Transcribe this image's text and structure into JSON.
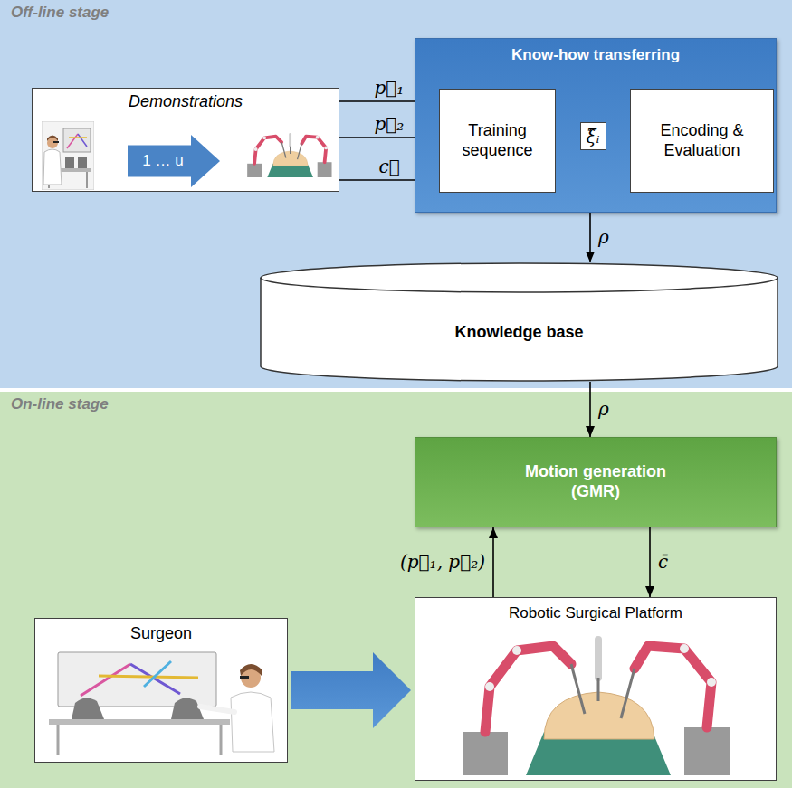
{
  "diagram": {
    "nodes": [
      {
        "text": [
          "Off-line stage"
        ]
      },
      {
        "text": [
          "Demonstrations"
        ],
        "in": 0
      },
      {
        "text": [
          "1 … u"
        ],
        "in": 1
      },
      {
        "text": [
          "Know-how transferring"
        ],
        "in": 0
      },
      {
        "text": [
          "Training sequence"
        ],
        "in": 3
      },
      {
        "text": [
          "Encoding & Evaluation"
        ],
        "in": 3
      },
      {
        "text": [
          "Knowledge base"
        ],
        "in": 0
      },
      {
        "text": [
          "On-line stage"
        ]
      },
      {
        "text": [
          "Motion generation (GMR)"
        ],
        "in": 7
      },
      {
        "text": [
          "Surgeon"
        ],
        "in": 7
      },
      {
        "text": [
          "Robotic Surgical Platform"
        ],
        "in": 7
      }
    ],
    "edges": [
      {
        "from": 1,
        "to": 4,
        "label": "p⃗₁",
        "arrow": "to"
      },
      {
        "from": 1,
        "to": 4,
        "label": "p⃗₂",
        "arrow": "to"
      },
      {
        "from": 1,
        "to": 4,
        "label": "c⃗",
        "arrow": "to"
      },
      {
        "from": 4,
        "to": 5,
        "label": "ξ̂ᵢ",
        "arrow": "to"
      },
      {
        "from": 3,
        "to": 6,
        "label": "ρ",
        "arrow": "to"
      },
      {
        "from": 6,
        "to": 8,
        "label": "ρ",
        "arrow": "to"
      },
      {
        "from": 10,
        "to": 8,
        "label": "(p⃗₁, p⃗₂)",
        "arrow": "to"
      },
      {
        "from": 8,
        "to": 10,
        "label": "c̄",
        "arrow": "to"
      },
      {
        "from": 9,
        "to": 10,
        "arrow": "to"
      }
    ]
  }
}
